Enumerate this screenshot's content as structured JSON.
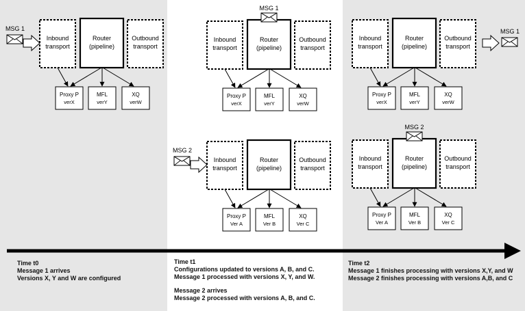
{
  "labels": {
    "inbound_line1": "Inbound",
    "inbound_line2": "transport",
    "router_line1": "Router",
    "router_line2": "(pipeline)",
    "outbound_line1": "Outbound",
    "outbound_line2": "transport",
    "proxy": "Proxy P",
    "mfl": "MFL",
    "xq": "XQ",
    "msg1": "MSG 1",
    "msg2": "MSG 2"
  },
  "versions": {
    "old": {
      "proxy": "verX",
      "mfl": "verY",
      "xq": "verW"
    },
    "new": {
      "proxy": "Ver A",
      "mfl": "Ver B",
      "xq": "Ver C"
    }
  },
  "captions": {
    "t0": {
      "title": "Time t0",
      "line1": "Message 1 arrives",
      "line2": "Versions X, Y and W are configured"
    },
    "t1": {
      "title": "Time t1",
      "line1": "Configurations updated to versions A, B, and C.",
      "line2": "Message 1 processed with versions X, Y, and W.",
      "line3": "Message 2 arrives",
      "line4": "Message 2 processed with versions A, B, and C."
    },
    "t2": {
      "title": "Time t2",
      "line1": "Message 1 finishes processing with versions X,Y, and W",
      "line2": "Message 2 finishes processing with versions A,B, and C"
    }
  },
  "colors": {
    "panel_shaded": "#e6e6e6",
    "panel_white": "#ffffff",
    "line": "#000000"
  }
}
